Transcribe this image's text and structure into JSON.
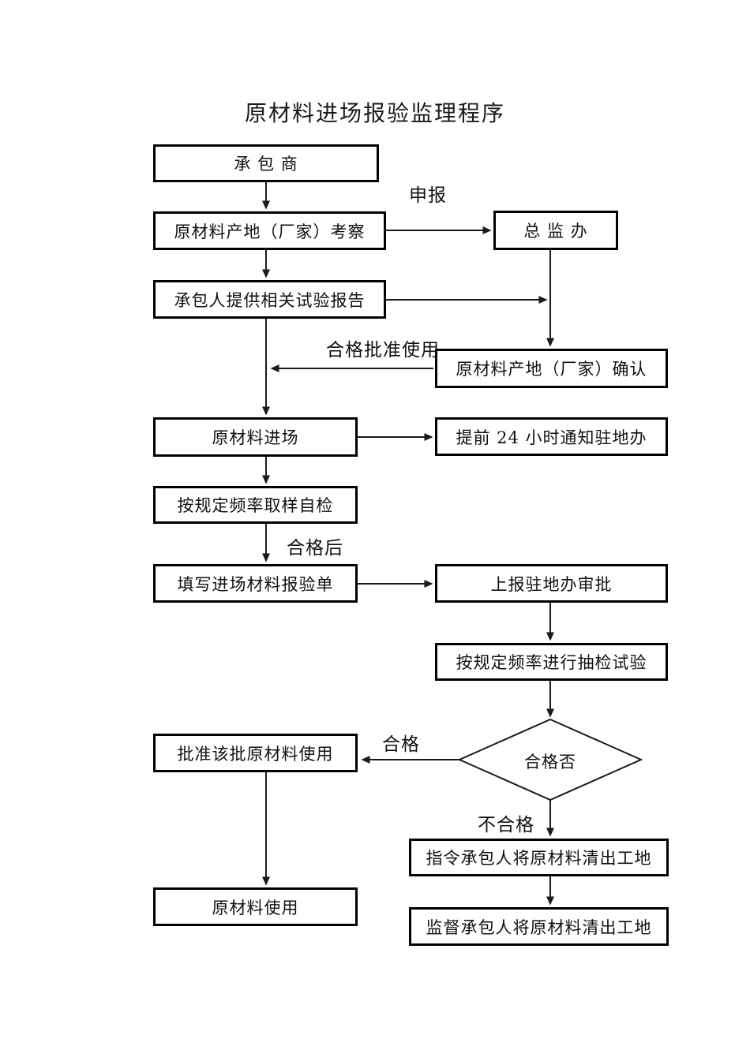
{
  "page": {
    "title": "原材料进场报验监理程序"
  },
  "colors": {
    "line": "#1a1a1a",
    "box_border": "#000000",
    "background": "#ffffff",
    "text": "#111111"
  },
  "nodes": {
    "contractor": {
      "label": "承 包 商"
    },
    "site_inspection": {
      "label": "原材料产地（厂家）考察"
    },
    "chief_office": {
      "label": "总 监 办"
    },
    "test_reports": {
      "label": "承包人提供相关试验报告"
    },
    "site_confirm": {
      "label": "原材料产地（厂家）确认"
    },
    "material_entry": {
      "label": "原材料进场"
    },
    "notify_office": {
      "label": "提前 24 小时通知驻地办"
    },
    "self_test": {
      "label": "按规定频率取样自检"
    },
    "fill_form": {
      "label": "填写进场材料报验单"
    },
    "report_approval": {
      "label": "上报驻地办审批"
    },
    "sampling_test": {
      "label": "按规定频率进行抽检试验"
    },
    "qualified_decision": {
      "label": "合格否"
    },
    "approve_use": {
      "label": "批准该批原材料使用"
    },
    "material_use": {
      "label": "原材料使用"
    },
    "order_removal": {
      "label": "指令承包人将原材料清出工地"
    },
    "supervise_removal": {
      "label": "监督承包人将原材料清出工地"
    }
  },
  "edge_labels": {
    "declare": "申报",
    "approved_for_use": "合格批准使用",
    "after_qualified": "合格后",
    "qualified": "合格",
    "unqualified": "不合格"
  }
}
